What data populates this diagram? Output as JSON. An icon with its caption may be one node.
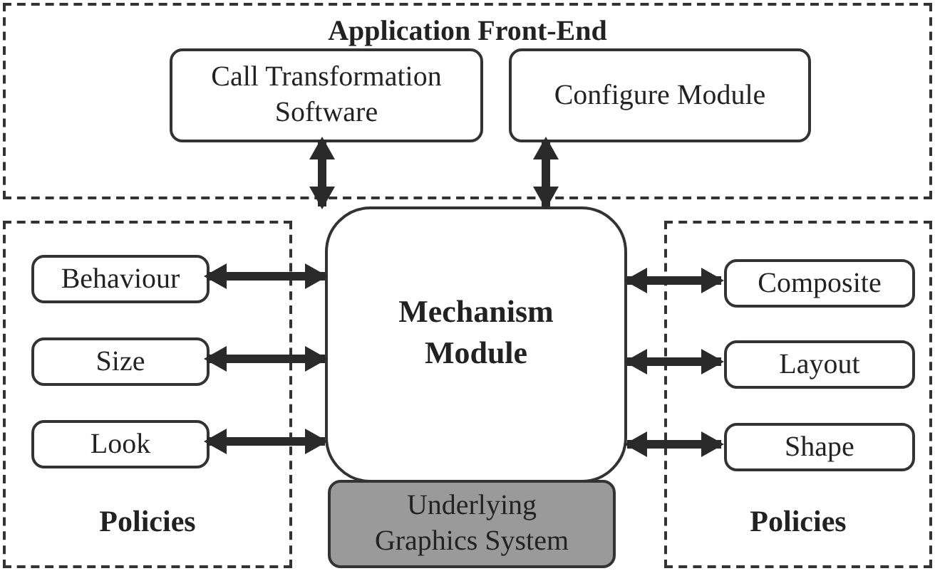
{
  "diagram": {
    "nodes": [
      {
        "text": [
          "Application Front-End"
        ]
      },
      {
        "text": [
          "Call Transformation Software"
        ],
        "in": 0
      },
      {
        "text": [
          "Configure Module"
        ],
        "in": 0
      },
      {
        "text": [
          "Policies"
        ]
      },
      {
        "text": [
          "Behaviour"
        ],
        "in": 3
      },
      {
        "text": [
          "Size"
        ],
        "in": 3
      },
      {
        "text": [
          "Look"
        ],
        "in": 3
      },
      {
        "text": [
          "Mechanism Module"
        ]
      },
      {
        "text": [
          "Policies"
        ]
      },
      {
        "text": [
          "Composite"
        ],
        "in": 8
      },
      {
        "text": [
          "Layout"
        ],
        "in": 8
      },
      {
        "text": [
          "Shape"
        ],
        "in": 8
      },
      {
        "text": [
          "Underlying Graphics System"
        ]
      }
    ],
    "edges": [
      {
        "from": 1,
        "to": 7,
        "arrow": "both"
      },
      {
        "from": 2,
        "to": 7,
        "arrow": "both"
      },
      {
        "from": 4,
        "to": 7,
        "arrow": "both"
      },
      {
        "from": 5,
        "to": 7,
        "arrow": "both"
      },
      {
        "from": 6,
        "to": 7,
        "arrow": "both"
      },
      {
        "from": 7,
        "to": 9,
        "arrow": "both"
      },
      {
        "from": 7,
        "to": 10,
        "arrow": "both"
      },
      {
        "from": 7,
        "to": 11,
        "arrow": "both"
      }
    ]
  }
}
